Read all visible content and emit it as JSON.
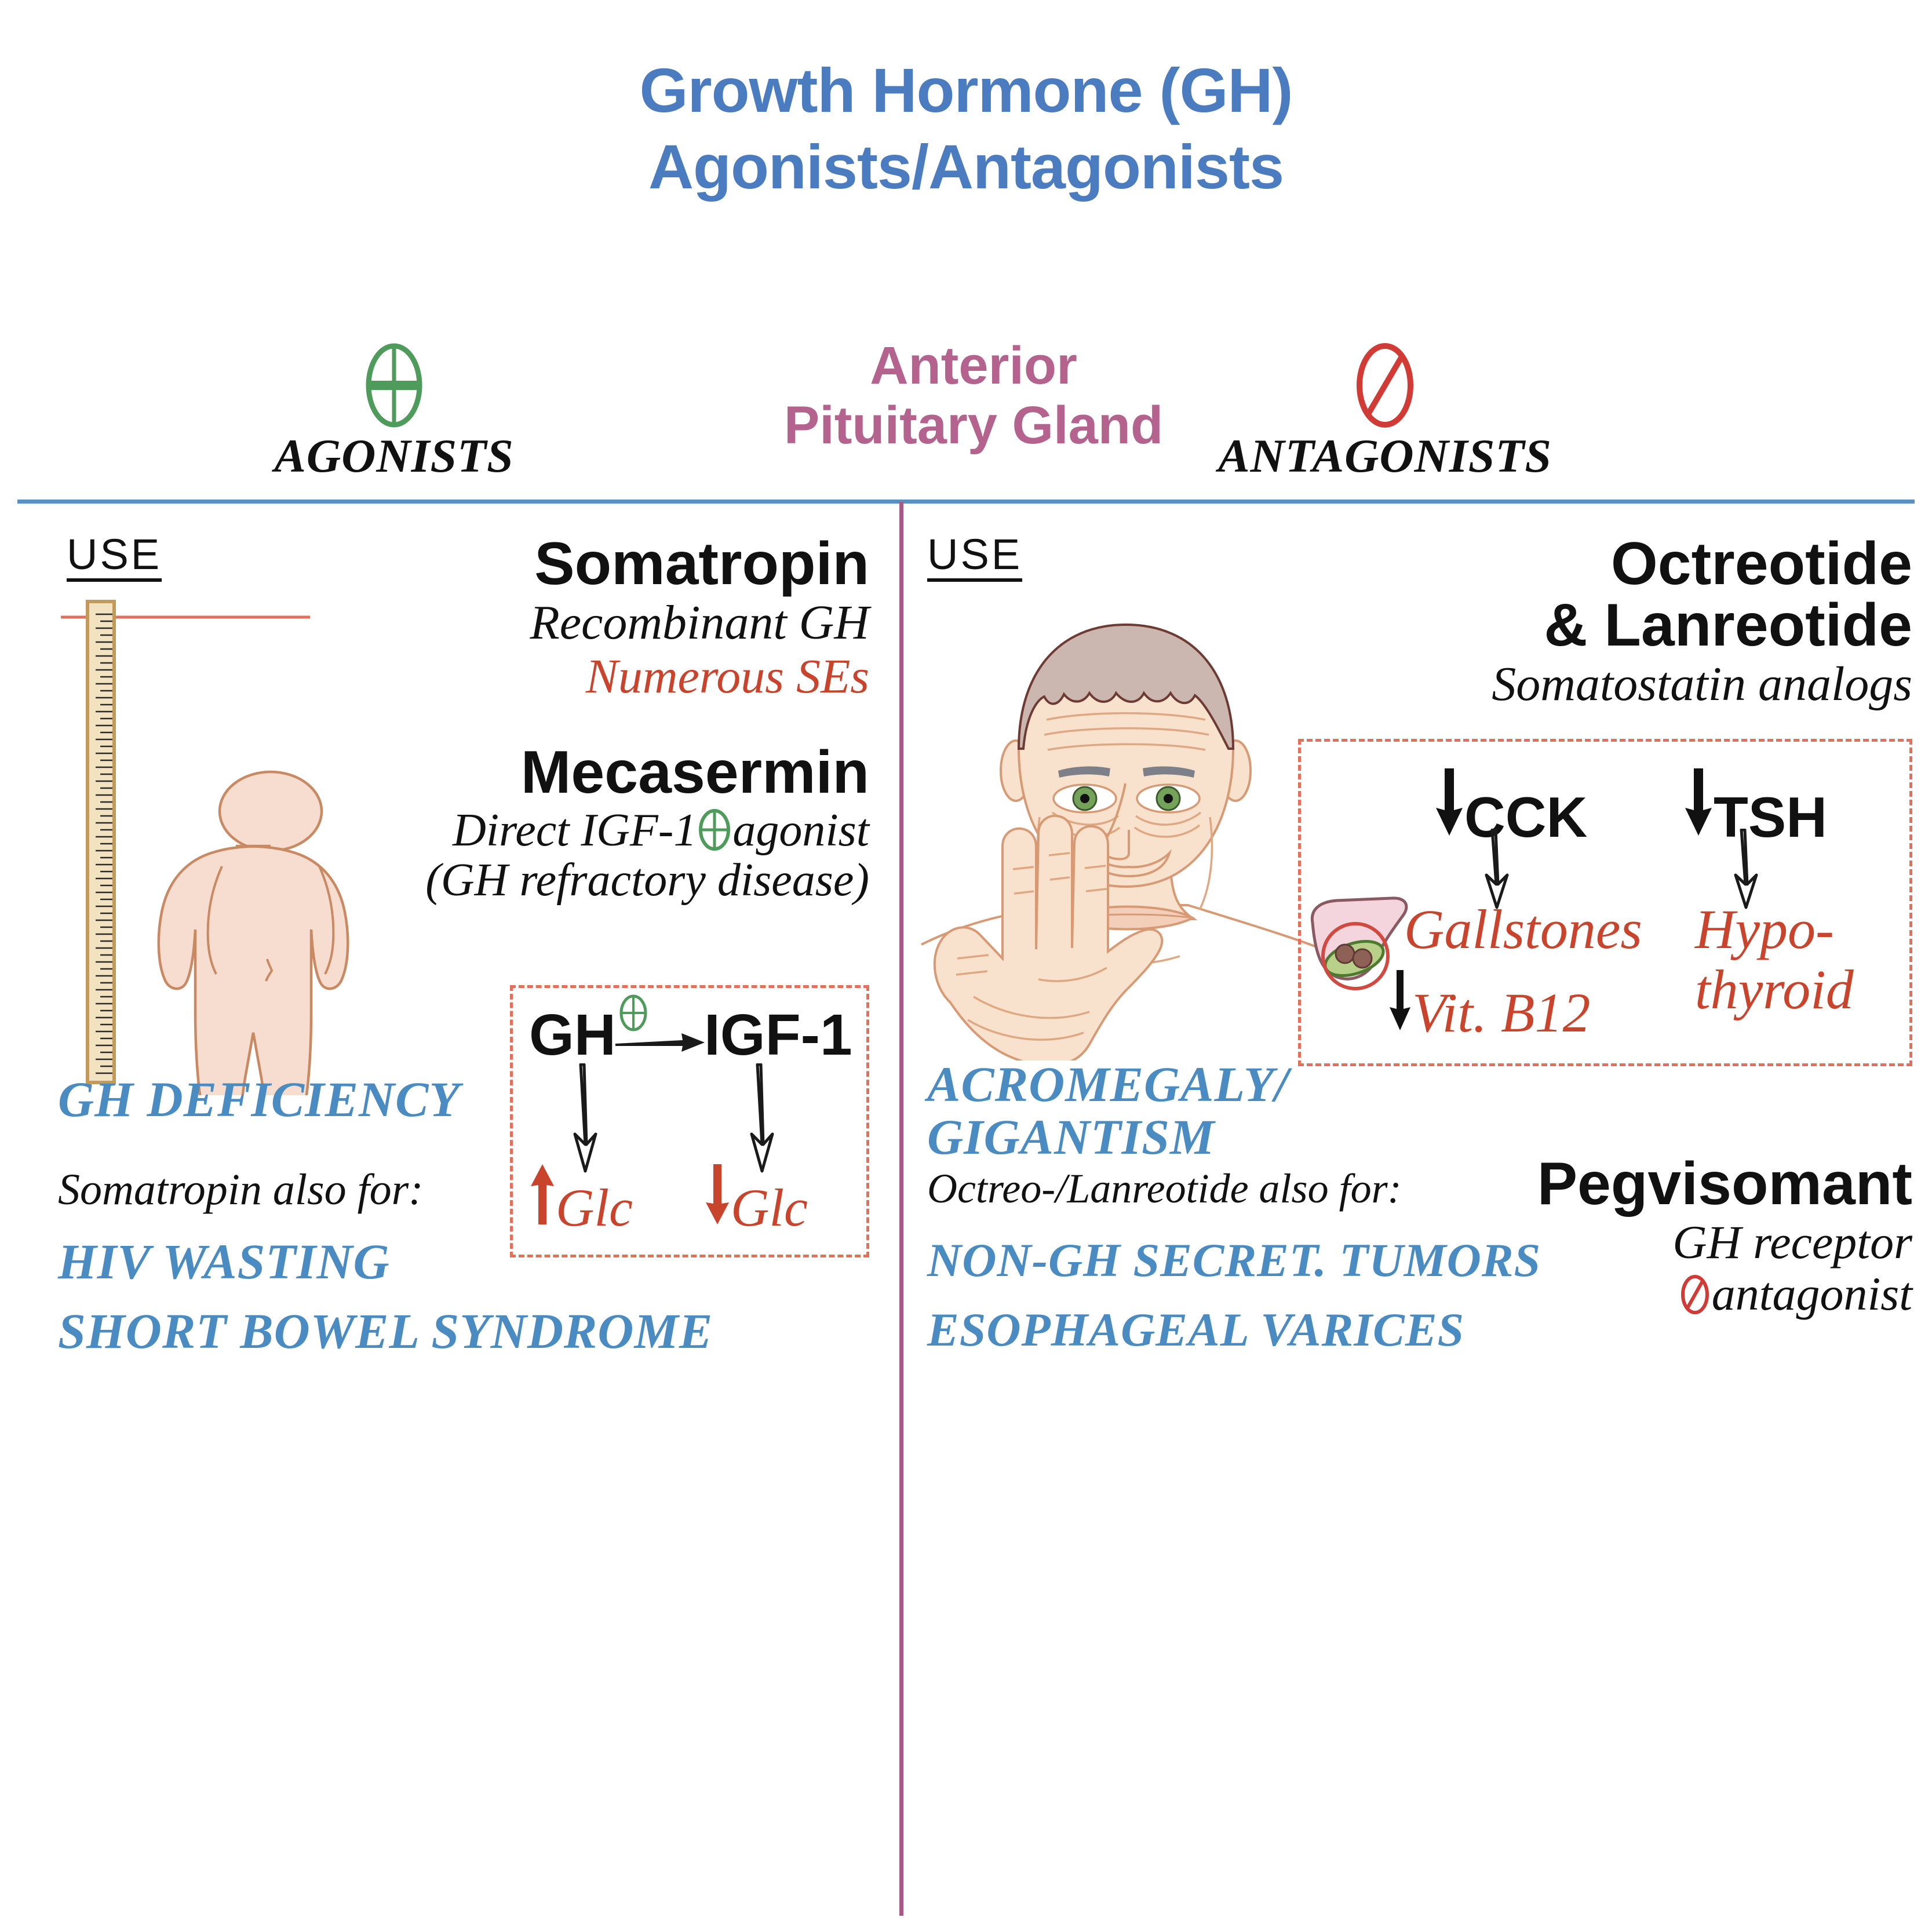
{
  "title": {
    "line1": "Growth Hormone (GH)",
    "line2": "Agonists/Antagonists"
  },
  "header": {
    "agonists_label": "AGONISTS",
    "agonists_icon": "circled-plus-icon",
    "antagonists_label": "ANTAGONISTS",
    "antagonists_icon": "circled-slash-icon",
    "center_line1": "Anterior",
    "center_line2": "Pituitary Gland"
  },
  "left_column": {
    "use_label": "USE",
    "illustration": "short-stature-person-with-height-ruler",
    "indication": "GH DEFICIENCY",
    "also_for_label": "Somatropin also for:",
    "also_for": [
      "HIV WASTING",
      "SHORT BOWEL SYNDROME"
    ],
    "drugs": [
      {
        "name": "Somatropin",
        "desc": "Recombinant GH",
        "warning": "Numerous SEs"
      },
      {
        "name": "Mecasermin",
        "desc_a": "Direct IGF-1",
        "desc_b": "agonist",
        "desc_line2": "(GH refractory disease)"
      }
    ],
    "diagram": {
      "node_a": "GH",
      "node_b": "IGF-1",
      "relation_icon": "circled-plus-icon",
      "effect_a": "Glc",
      "effect_a_direction": "up",
      "effect_b": "Glc",
      "effect_b_direction": "down"
    }
  },
  "right_column": {
    "use_label": "USE",
    "illustration": "acromegaly-face-and-enlarged-hand",
    "indication_line1": "ACROMEGALY/",
    "indication_line2": "GIGANTISM",
    "also_for_label": "Octreo-/Lanreotide also for:",
    "also_for": [
      "NON-GH SECRET. TUMORS",
      "ESOPHAGEAL VARICES"
    ],
    "drugs": [
      {
        "name_line1": "Octreotide",
        "name_line2": "& Lanreotide",
        "desc": "Somatostatin analogs"
      },
      {
        "name": "Pegvisomant",
        "desc_line1": "GH receptor",
        "desc_line2": "antagonist",
        "desc_icon": "circled-slash-icon"
      }
    ],
    "diagram": {
      "branch_a": {
        "hormone": "CCK",
        "hormone_direction": "down",
        "outcome": "Gallstones",
        "secondary": "Vit. B12",
        "secondary_direction": "down",
        "illustration": "liver-gallbladder-with-stones"
      },
      "branch_b": {
        "hormone": "TSH",
        "hormone_direction": "down",
        "outcome_line1": "Hypo-",
        "outcome_line2": "thyroid"
      }
    }
  },
  "colors": {
    "blue": "#4a7cbf",
    "blue_text": "#4a8cc2",
    "mauve": "#b4638e",
    "red": "#c8442c",
    "dashed_red": "#e2705a",
    "green": "#4e9b5c",
    "skin": "#f7ddd0",
    "skin_line": "#c98a63"
  }
}
